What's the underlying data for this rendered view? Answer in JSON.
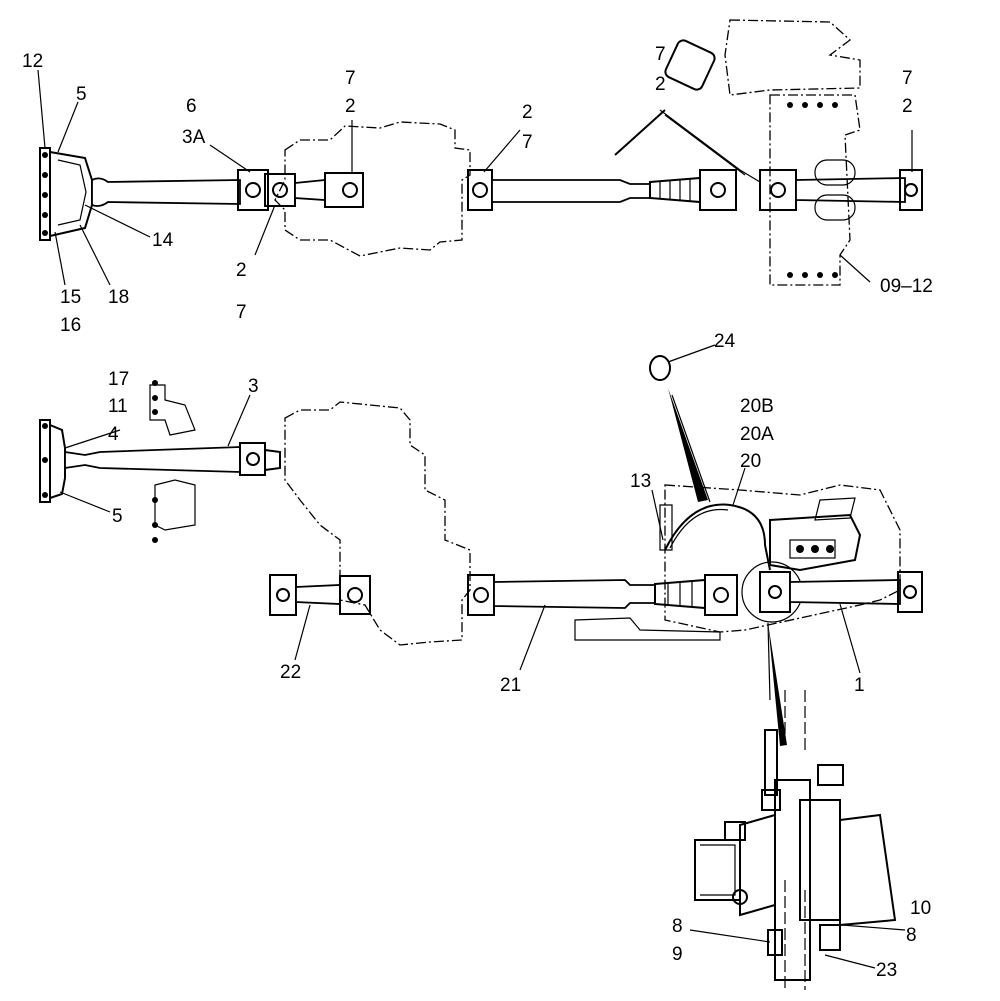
{
  "diagram": {
    "callouts": {
      "c12": "12",
      "c5a": "5",
      "c6": "6",
      "c3A": "3A",
      "c7a": "7",
      "c2a": "2",
      "c2b": "2",
      "c7b": "7",
      "c7c": "7",
      "c2c": "2",
      "c7d": "7",
      "c2d": "2",
      "c14": "14",
      "c15": "15",
      "c16": "16",
      "c18": "18",
      "c2e": "2",
      "c7e": "7",
      "c0912": "09–12",
      "c24": "24",
      "c17": "17",
      "c11": "11",
      "c3": "3",
      "c4": "4",
      "c5b": "5",
      "c20B": "20B",
      "c20A": "20A",
      "c20": "20",
      "c13": "13",
      "c22": "22",
      "c21": "21",
      "c1": "1",
      "c10": "10",
      "c8a": "8",
      "c9": "9",
      "c8b": "8",
      "c23": "23"
    }
  }
}
